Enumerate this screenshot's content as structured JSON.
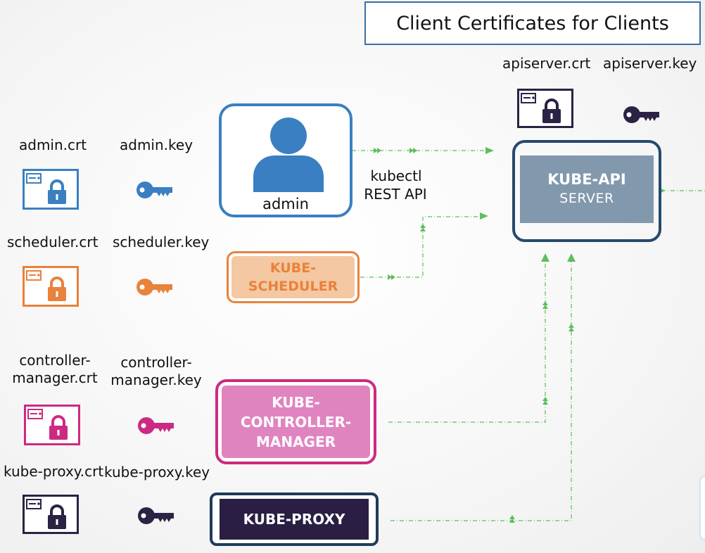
{
  "title": "Client Certificates for Clients",
  "colors": {
    "blue": "#3a7fc1",
    "blue_dark": "#2f6fae",
    "orange": "#e9823a",
    "orange_fill": "#f3c8a2",
    "pink": "#cc2a82",
    "pink_fill": "#e084c0",
    "navy": "#2b2244",
    "navy_fill": "#2a1f43",
    "api_border": "#27496d",
    "api_fill": "#8298ad",
    "green": "#5cbf5c"
  },
  "apiserver": {
    "crt_label": "apiserver.crt",
    "key_label": "apiserver.key",
    "line1": "KUBE-API",
    "line2": "SERVER"
  },
  "admin": {
    "crt_label": "admin.crt",
    "key_label": "admin.key",
    "user_label": "admin",
    "kubectl": "kubectl",
    "rest_api": "REST API"
  },
  "scheduler": {
    "crt_label": "scheduler.crt",
    "key_label": "scheduler.key",
    "line1": "KUBE-",
    "line2": "SCHEDULER"
  },
  "controller": {
    "crt_label_1": "controller-",
    "crt_label_2": "manager.crt",
    "key_label_1": "controller-",
    "key_label_2": "manager.key",
    "line1": "KUBE-",
    "line2": "CONTROLLER-",
    "line3": "MANAGER"
  },
  "proxy": {
    "crt_label": "kube-proxy.crt",
    "key_label": "kube-proxy.key",
    "box_label": "KUBE-PROXY"
  }
}
